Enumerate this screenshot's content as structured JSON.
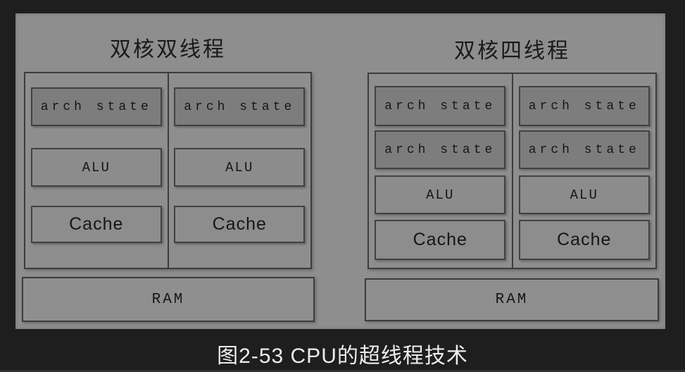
{
  "caption": "图2-53 CPU的超线程技术",
  "colors": {
    "background": "#1e1e1e",
    "panel": "#8e8e8e",
    "arch_state_fill": "#7d7d7d",
    "unit_fill": "#8c8c8c",
    "border": "#3c3c3c",
    "label_text": "#161616",
    "caption_text": "#ededed"
  },
  "diagram": {
    "left": {
      "title": "双核双线程",
      "cores": [
        {
          "boxes": [
            {
              "label": "arch state"
            },
            {
              "label": "ALU"
            },
            {
              "label": "Cache"
            }
          ]
        },
        {
          "boxes": [
            {
              "label": "arch state"
            },
            {
              "label": "ALU"
            },
            {
              "label": "Cache"
            }
          ]
        }
      ],
      "ram": "RAM"
    },
    "right": {
      "title": "双核四线程",
      "cores": [
        {
          "boxes": [
            {
              "label": "arch state"
            },
            {
              "label": "arch state"
            },
            {
              "label": "ALU"
            },
            {
              "label": "Cache"
            }
          ]
        },
        {
          "boxes": [
            {
              "label": "arch state"
            },
            {
              "label": "arch state"
            },
            {
              "label": "ALU"
            },
            {
              "label": "Cache"
            }
          ]
        }
      ],
      "ram": "RAM"
    }
  }
}
